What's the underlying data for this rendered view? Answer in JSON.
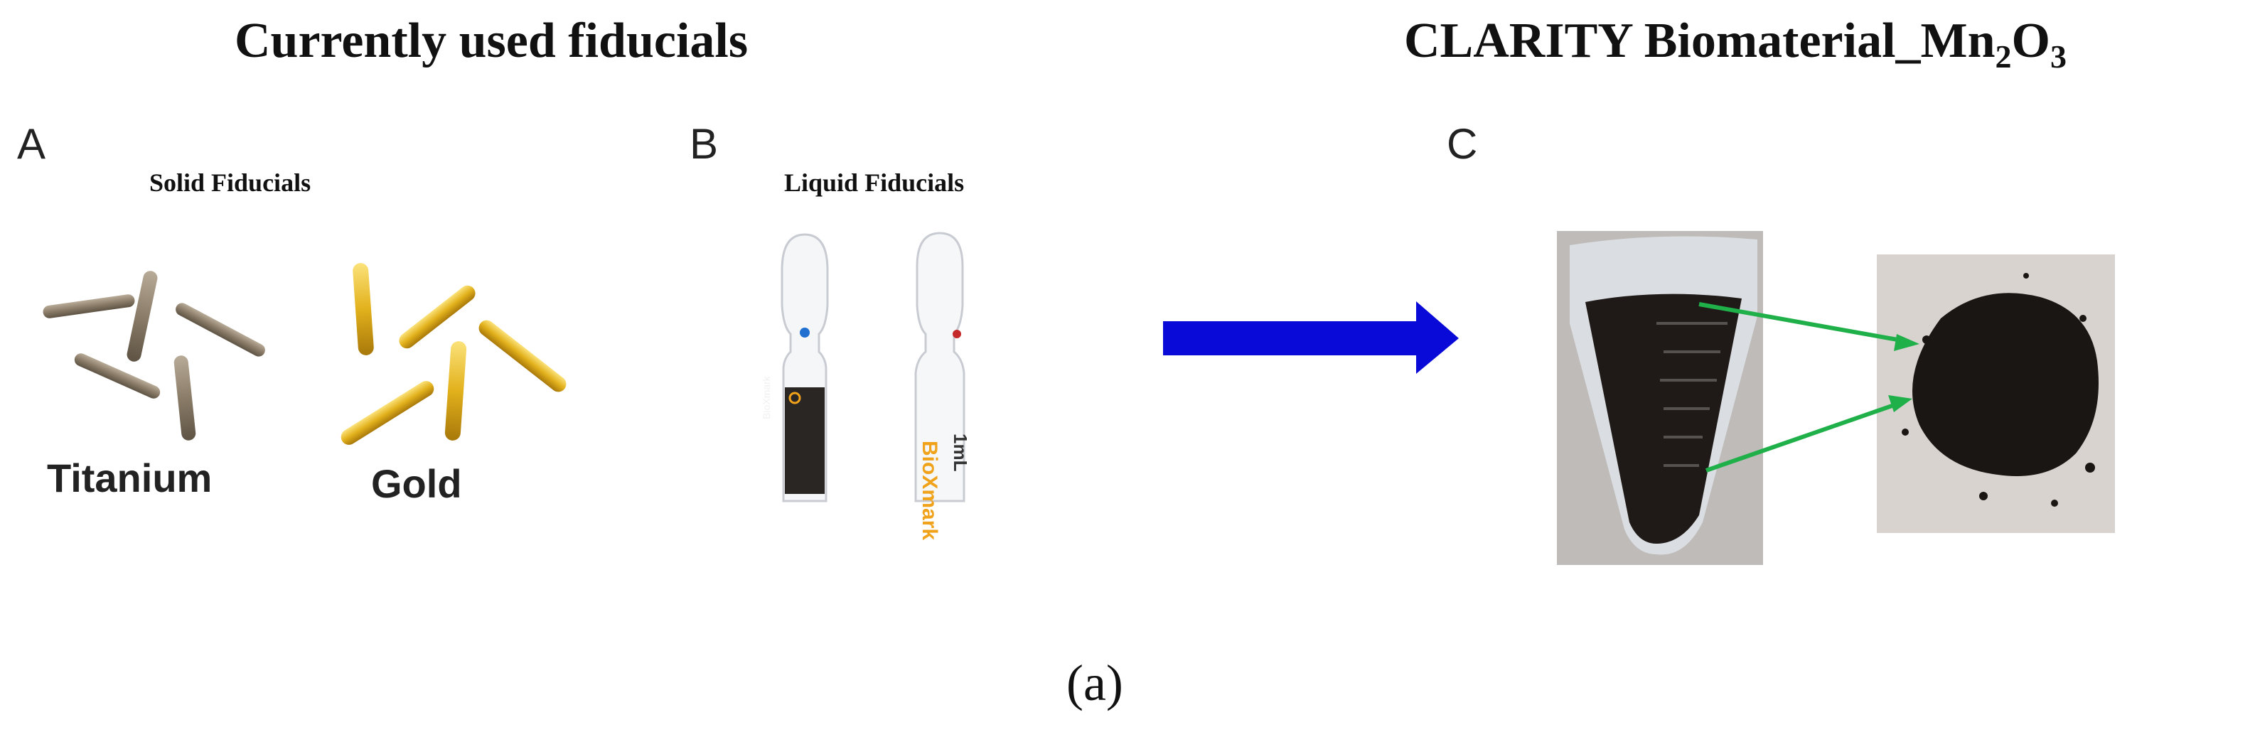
{
  "headings": {
    "left": "Currently used fiducials",
    "right_main": "CLARITY Biomaterial_Mn",
    "right_sub1": "2",
    "right_mid": "O",
    "right_sub2": "3"
  },
  "panels": {
    "a": {
      "letter": "A",
      "caption": "Solid Fiducials",
      "label_1": "Titanium",
      "label_2": "Gold"
    },
    "b": {
      "letter": "B",
      "caption": "Liquid Fiducials",
      "vial_brand": "BioXmark",
      "vial_volume": "1mL"
    },
    "c": {
      "letter": "C"
    }
  },
  "figure_label": "(a)",
  "colors": {
    "arrow": "#0a0ad8",
    "pointer": "#1fb04a",
    "gold": "#e2b11c",
    "titanium": "#8a7c68",
    "powder": "#1a1614"
  }
}
